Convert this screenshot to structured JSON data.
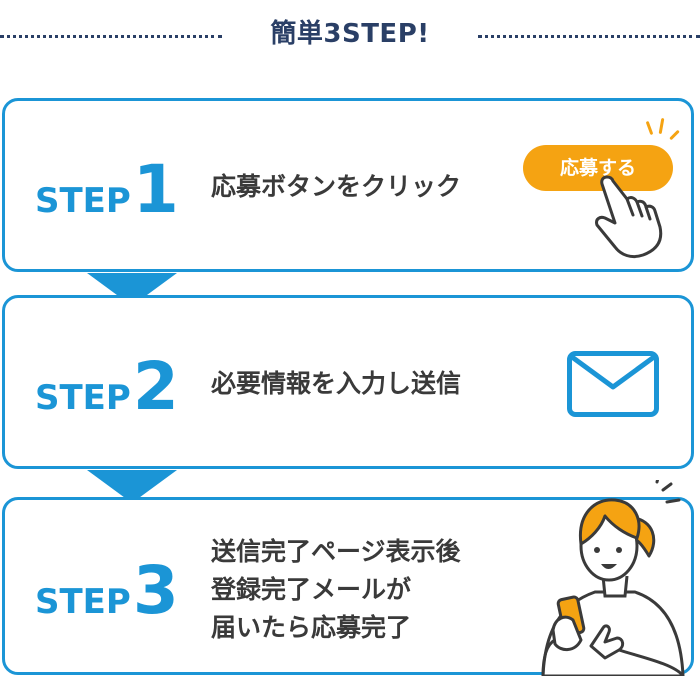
{
  "header": {
    "title": "簡単3STEP!"
  },
  "steps": [
    {
      "word": "STEP",
      "number": "1",
      "lines": [
        "応募ボタンをクリック"
      ],
      "button_label": "応募する",
      "icon": "hand-pointer-icon"
    },
    {
      "word": "STEP",
      "number": "2",
      "lines": [
        "必要情報を入力し送信"
      ],
      "icon": "mail-icon"
    },
    {
      "word": "STEP",
      "number": "3",
      "lines": [
        "送信完了ページ表示後",
        "登録完了メールが",
        "届いたら応募完了"
      ],
      "icon": "woman-smartphone-icon"
    }
  ],
  "colors": {
    "accent": "#1b95d6",
    "header_navy": "#2a3f66",
    "button_orange": "#f5a312",
    "text": "#3a3a3a"
  }
}
